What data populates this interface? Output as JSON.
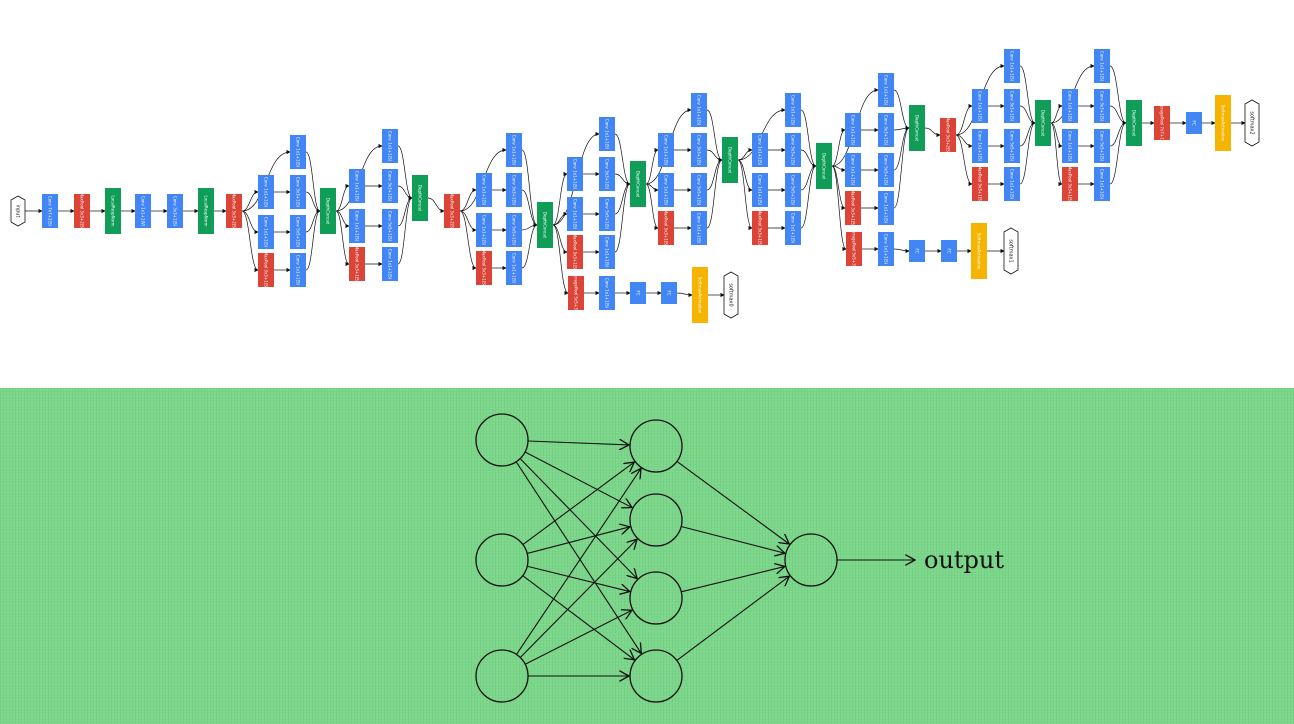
{
  "colors": {
    "conv": "#4285f4",
    "pool": "#db4437",
    "norm_concat": "#0f9d58",
    "softmax_activation": "#f4b400",
    "panel_bg": "#7ad688",
    "line": "#111111"
  },
  "googlenet": {
    "input_label": "input",
    "terminals": [
      "softmax0",
      "softmax1",
      "softmax2"
    ],
    "labels": {
      "conv_7x7": "Conv 7x7+2(S)",
      "maxpool_3x3_2": "MaxPool 3x3+2(S)",
      "lrn": "LocalRespNorm",
      "conv_1x1_v": "Conv 1x1+1(V)",
      "conv_3x3_1": "Conv 3x3+1(S)",
      "conv_1x1": "Conv 1x1+1(S)",
      "conv_5x5": "Conv 5x5+1(S)",
      "maxpool_3x3_1": "MaxPool 3x3+1(S)",
      "depthconcat": "DepthConcat",
      "avgpool_5x5": "AveragePool 5x5+3(V)",
      "avgpool_7x7": "AveragePool 7x7+1(V)",
      "fc": "FC",
      "softmax_act": "SoftmaxActivation"
    }
  },
  "neural_net": {
    "output_label": "output",
    "layers": [
      3,
      4,
      1
    ]
  }
}
